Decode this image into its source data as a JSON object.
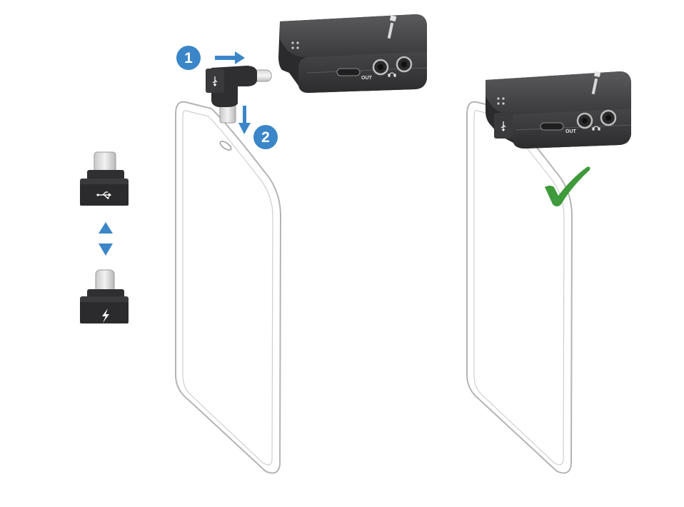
{
  "steps": [
    {
      "number": "1"
    },
    {
      "number": "2"
    }
  ],
  "device": {
    "out_label": "OUT",
    "headphone_icon": "headphone-icon",
    "brand_logo": "sennheiser-logo"
  },
  "adapters": [
    {
      "type": "USB-C",
      "icon": "usb-icon"
    },
    {
      "type": "Lightning",
      "icon": "lightning-icon"
    }
  ],
  "swap_indicator": {
    "icon_up": "triangle-up-icon",
    "icon_down": "triangle-down-icon"
  },
  "success": {
    "icon": "checkmark-icon"
  },
  "colors": {
    "accent_blue": "#3a86c8",
    "device_dark": "#3b3b3d",
    "check_green": "#3e9a3a",
    "phone_outline": "#b4b4b4"
  }
}
